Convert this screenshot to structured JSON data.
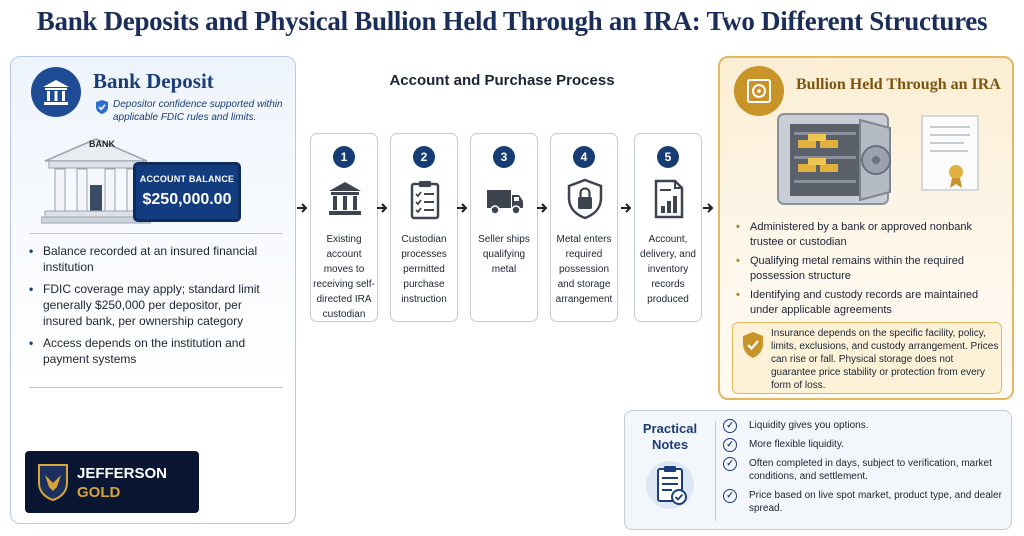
{
  "title": "Bank Deposits and Physical Bullion Held Through an IRA: Two Different Structures",
  "left_panel": {
    "heading": "Bank Deposit",
    "subheading": "Depositor confidence supported within applicable FDIC rules and limits.",
    "building_label": "BANK",
    "balance_label": "ACCOUNT BALANCE",
    "balance_value": "$250,000.00",
    "bullets": [
      "Balance recorded at an insured financial institution",
      "FDIC coverage may apply; standard limit generally $250,000 per depositor, per insured bank, per ownership category",
      "Access depends on the institution and payment systems"
    ],
    "logo": {
      "line1": "JEFFERSON",
      "line2": "GOLD"
    }
  },
  "process": {
    "title": "Account and Purchase Process",
    "steps": [
      {
        "num": "1",
        "icon": "bank-icon",
        "text": "Existing account moves to receiving self-directed IRA custodian"
      },
      {
        "num": "2",
        "icon": "clipboard-icon",
        "text": "Custodian processes permitted purchase instruction"
      },
      {
        "num": "3",
        "icon": "truck-icon",
        "text": "Seller ships qualifying metal"
      },
      {
        "num": "4",
        "icon": "padlock-icon",
        "text": "Metal enters required possession and storage arrangement"
      },
      {
        "num": "5",
        "icon": "document-chart-icon",
        "text": "Account, delivery, and inventory records produced"
      }
    ]
  },
  "right_panel": {
    "heading": "Bullion Held Through an IRA",
    "bullets": [
      "Administered by a bank or approved nonbank trustee or custodian",
      "Qualifying metal remains within the required possession structure",
      "Identifying and custody records are maintained under applicable agreements"
    ],
    "insurance_note": "Insurance depends on the specific facility, policy, limits, exclusions, and custody arrangement. Prices can rise or fall. Physical storage does not guarantee price stability or protection from every form of loss."
  },
  "notes": {
    "title_line1": "Practical",
    "title_line2": "Notes",
    "items": [
      "Liquidity gives you options.",
      "More flexible liquidity.",
      "Often completed in days, subject to verification, market conditions, and settlement.",
      "Price based on live spot market, product type, and dealer spread."
    ],
    "check_glyph": "✓"
  },
  "colors": {
    "navy": "#1b3d7a",
    "gold": "#c89429",
    "step_number": "#173b73"
  }
}
